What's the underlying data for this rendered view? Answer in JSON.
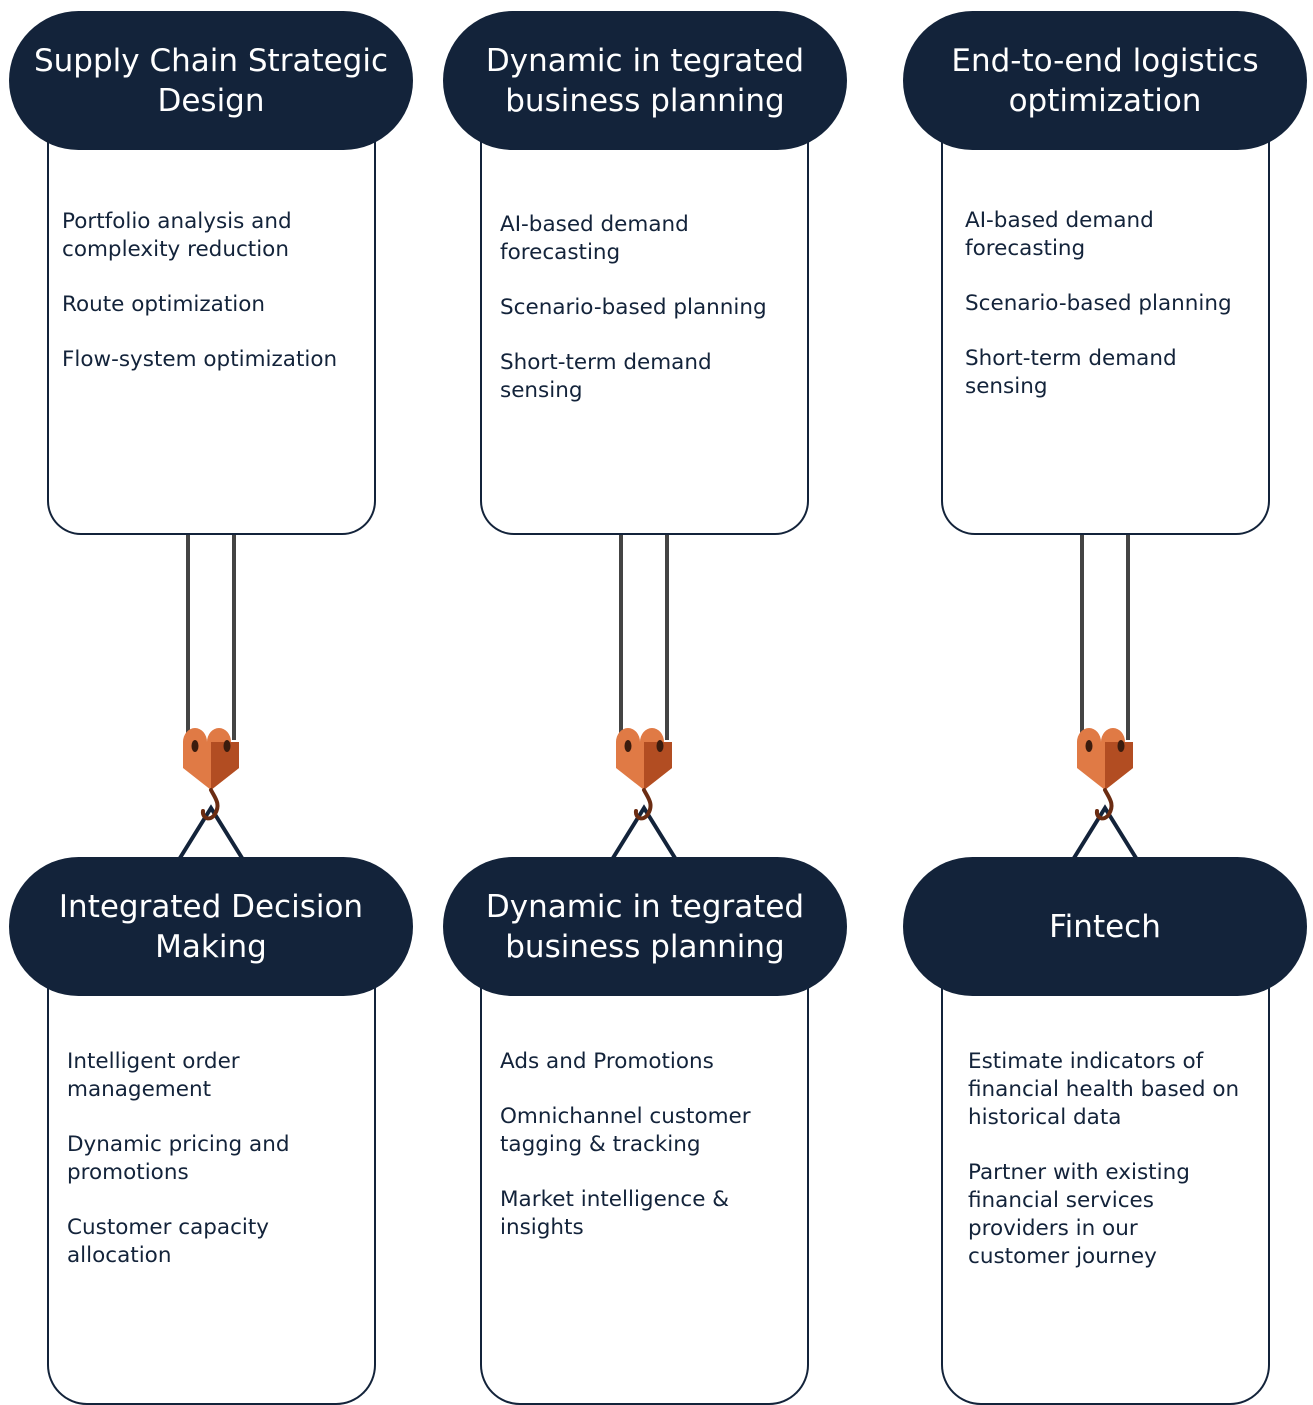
{
  "colors": {
    "header_bg": "#13233a",
    "header_text": "#ffffff",
    "body_text": "#13233a",
    "hook_light": "#e07a45",
    "hook_dark": "#b24d22",
    "cable": "#444444"
  },
  "top_row": [
    {
      "title": "Supply Chain Strategic\nDesign",
      "items": [
        "Portfolio analysis and\ncomplexity reduction",
        "Route optimization",
        "Flow-system optimization"
      ]
    },
    {
      "title": "Dynamic in tegrated\nbusiness planning",
      "items": [
        "AI-based demand\nforecasting",
        "Scenario-based planning",
        "Short-term demand\nsensing"
      ]
    },
    {
      "title": "End-to-end logistics\noptimization",
      "items": [
        "AI-based demand\nforecasting",
        "Scenario-based planning",
        "Short-term demand\nsensing"
      ]
    }
  ],
  "bottom_row": [
    {
      "title": "Integrated Decision\nMaking",
      "items": [
        "Intelligent order\nmanagement",
        "Dynamic pricing and\npromotions",
        "Customer capacity\nallocation"
      ]
    },
    {
      "title": "Dynamic in tegrated\nbusiness planning",
      "items": [
        "Ads and Promotions",
        "Omnichannel customer\ntagging & tracking",
        "Market intelligence &\ninsights"
      ]
    },
    {
      "title": "Fintech",
      "items": [
        "Estimate indicators of\nfinancial  health based on\nhistorical data",
        "Partner with existing\nfinancial services\nproviders in our\ncustomer journey"
      ]
    }
  ]
}
